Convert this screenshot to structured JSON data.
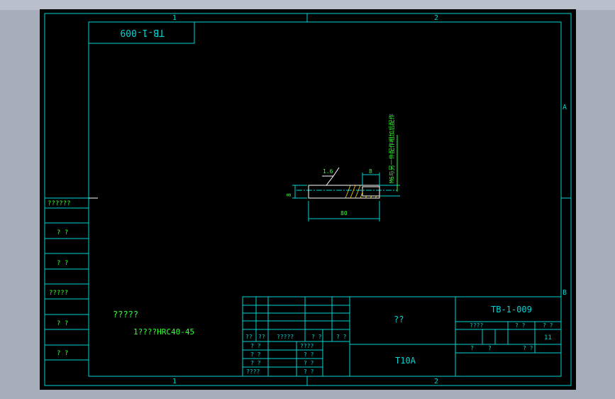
{
  "colors": {
    "frame": "#00d4d4",
    "text_green": "#33ff33",
    "white": "#ffffff",
    "bg": "#000000"
  },
  "zones": {
    "top": [
      "1",
      "2"
    ],
    "bottom": [
      "1",
      "2"
    ],
    "right": [
      "A",
      "B"
    ]
  },
  "stamp_mirrored": "TB-1-009",
  "left_table": [
    "??????",
    "? ?",
    "? ?",
    "?????",
    "? ?",
    "? ?"
  ],
  "notes": {
    "title": "?????",
    "line1": "1????HRC40-45"
  },
  "drawing": {
    "surface_finish": "1.6",
    "dim_length": "80",
    "dim_dia": "8",
    "dim_chamfer": "8",
    "annotation": "M6与另一件配作相加后配作"
  },
  "title_block": {
    "drawing_no": "TB-1-009",
    "part_name": "??",
    "material": "T10A",
    "scale_header": "????",
    "col2_header": "? ?",
    "col3_header": "? ?",
    "sheet_value": "11",
    "bottom_left": "?",
    "bottom_mid": "?",
    "bottom_right": "? ?",
    "sign_cells": [
      "??",
      "??",
      "?????",
      "? ?",
      "? ?"
    ],
    "sign_header_small": "????",
    "rows_left": [
      "? ?",
      "? ?",
      "? ?",
      "????"
    ],
    "rows_right": [
      "? ?",
      "? ?",
      "? ?",
      "? ?"
    ]
  }
}
